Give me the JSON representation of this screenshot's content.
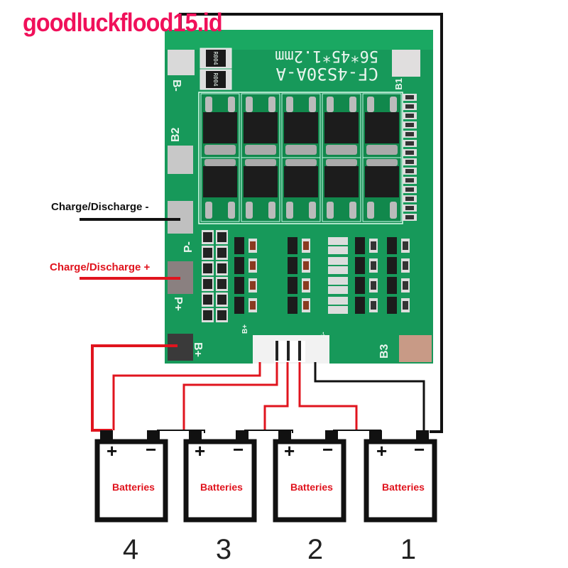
{
  "watermark": "goodluckflood15.id",
  "board": {
    "model": "CF-4S30A-A",
    "dimensions": "56*45*1.2mm",
    "resistor_code": "R004",
    "pads": {
      "b_minus": "B-",
      "b1": "B1",
      "b2": "B2",
      "b3": "B3",
      "p_minus": "P-",
      "p_plus": "P+",
      "b_plus": "B+"
    },
    "connector_labels": {
      "left": "B+",
      "right": "B-"
    },
    "colors": {
      "pcb": "#17995a",
      "pcb_dark": "#0f7a45",
      "silk": "#e9f5ee",
      "pad": "#cfcfcf",
      "mosfet": "#1a1a1a"
    }
  },
  "labels": {
    "charge_discharge_negative": "Charge/Discharge -",
    "charge_discharge_positive": "Charge/Discharge +"
  },
  "wire_colors": {
    "red": "#e0141e",
    "black": "#111111"
  },
  "batteries": [
    {
      "number": "4",
      "label": "Batteries",
      "plus": "+",
      "minus": "−"
    },
    {
      "number": "3",
      "label": "Batteries",
      "plus": "+",
      "minus": "−"
    },
    {
      "number": "2",
      "label": "Batteries",
      "plus": "+",
      "minus": "−"
    },
    {
      "number": "1",
      "label": "Batteries",
      "plus": "+",
      "minus": "−"
    }
  ]
}
